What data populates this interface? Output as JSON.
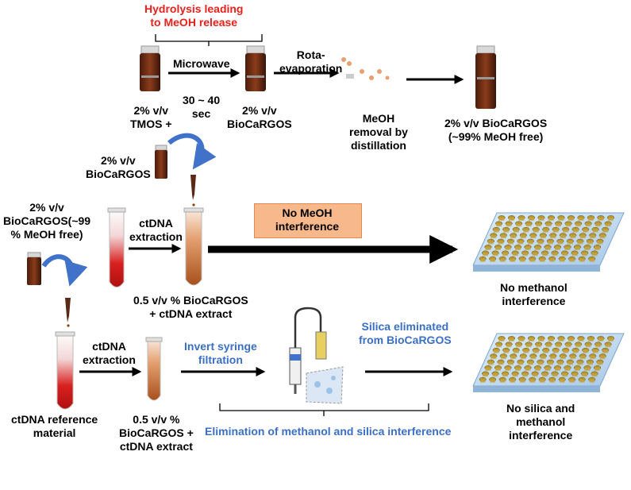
{
  "top": {
    "hydrolysis": [
      "Hydrolysis leading",
      "to MeOH release"
    ],
    "microwave": "Microwave",
    "time": [
      "30 ~ 40",
      "sec"
    ],
    "rota": [
      "Rota-",
      "evaporation"
    ],
    "tmos": [
      "2% v/v",
      "TMOS +"
    ],
    "biocargos_small": [
      "2% v/v",
      "BioCaRGOS"
    ],
    "biocargos_2": [
      "2% v/v",
      "BioCaRGOS"
    ],
    "meoh_removal": [
      "MeOH",
      "removal by",
      "distillation"
    ],
    "final": [
      "2% v/v BioCaRGOS",
      "(~99% MeOH free)"
    ]
  },
  "middle": {
    "left_label": [
      "2% v/v",
      "BioCaRGOS(~99",
      "% MeOH free)"
    ],
    "ctdna_extraction": [
      "ctDNA",
      "extraction"
    ],
    "no_meoh": [
      "No MeOH",
      "interference"
    ],
    "extract": [
      "0.5 v/v % BioCaRGOS",
      "+ ctDNA extract"
    ],
    "no_methanol": [
      "No methanol",
      "interference"
    ]
  },
  "bottom": {
    "ref_material": [
      "ctDNA reference",
      "material"
    ],
    "ctdna_extraction": [
      "ctDNA",
      "extraction"
    ],
    "extract": [
      "0.5 v/v %",
      "BioCaRGOS +",
      "ctDNA extract"
    ],
    "invert": [
      "Invert syringe",
      "filtration"
    ],
    "silica_eliminated": [
      "Silica eliminated",
      "from BioCaRGOS"
    ],
    "elimination": "Elimination of methanol and silica interference",
    "no_silica": [
      "No silica and",
      "methanol",
      "interference"
    ]
  },
  "colors": {
    "red": "#e8211a",
    "blue": "#3a6fc4",
    "box": "#f7b98c",
    "arrow_curve": "#3f72c8"
  }
}
